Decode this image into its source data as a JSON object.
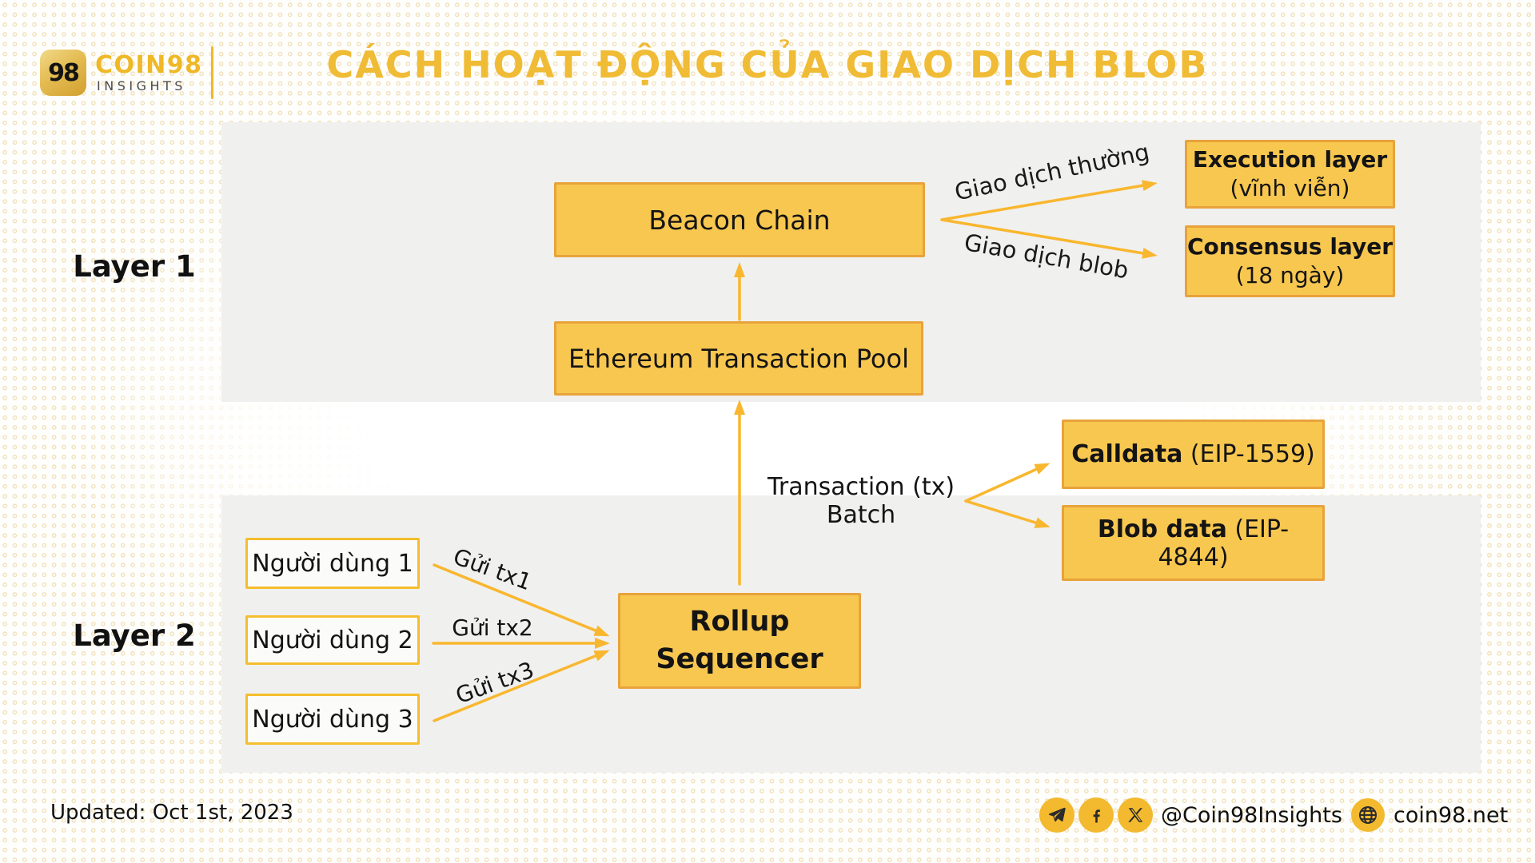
{
  "header": {
    "brand": {
      "logo_glyph": "98",
      "name": "COIN98",
      "sub": "INSIGHTS"
    },
    "title": "CÁCH HOẠT ĐỘNG CỦA GIAO DỊCH BLOB"
  },
  "layer1": {
    "label": "Layer 1",
    "beacon_chain": "Beacon Chain",
    "eth_pool": "Ethereum Transaction Pool",
    "execution": {
      "title": "Execution layer",
      "subtitle": "(vĩnh viễn)"
    },
    "consensus": {
      "title": "Consensus layer",
      "subtitle": "(18 ngày)"
    },
    "arrow_normal_label": "Giao dịch thường",
    "arrow_blob_label": "Giao dịch blob"
  },
  "middle": {
    "tx_batch_line1": "Transaction (tx)",
    "tx_batch_line2": "Batch",
    "calldata": {
      "bold": "Calldata",
      "rest": " (EIP-1559)"
    },
    "blobdata": {
      "bold": "Blob data",
      "rest": " (EIP-4844)"
    }
  },
  "layer2": {
    "label": "Layer 2",
    "users": [
      "Người dùng 1",
      "Người dùng 2",
      "Người dùng 3"
    ],
    "send_labels": [
      "Gửi tx1",
      "Gửi tx2",
      "Gửi tx3"
    ],
    "rollup_line1": "Rollup",
    "rollup_line2": "Sequencer"
  },
  "footer": {
    "updated": "Updated: Oct 1st, 2023",
    "handle": "@Coin98Insights",
    "website": "coin98.net"
  },
  "colors": {
    "title_yellow": "#F0BB35",
    "box_fill": "#F8C750",
    "box_border": "#E8A33B",
    "arrow_yellow": "#F9B72F",
    "panel_gray": "#F0F0EF",
    "user_box_border": "#F5BE2E",
    "social_circle": "#F3BA2F",
    "dot_pattern": "#F1DFB6"
  }
}
